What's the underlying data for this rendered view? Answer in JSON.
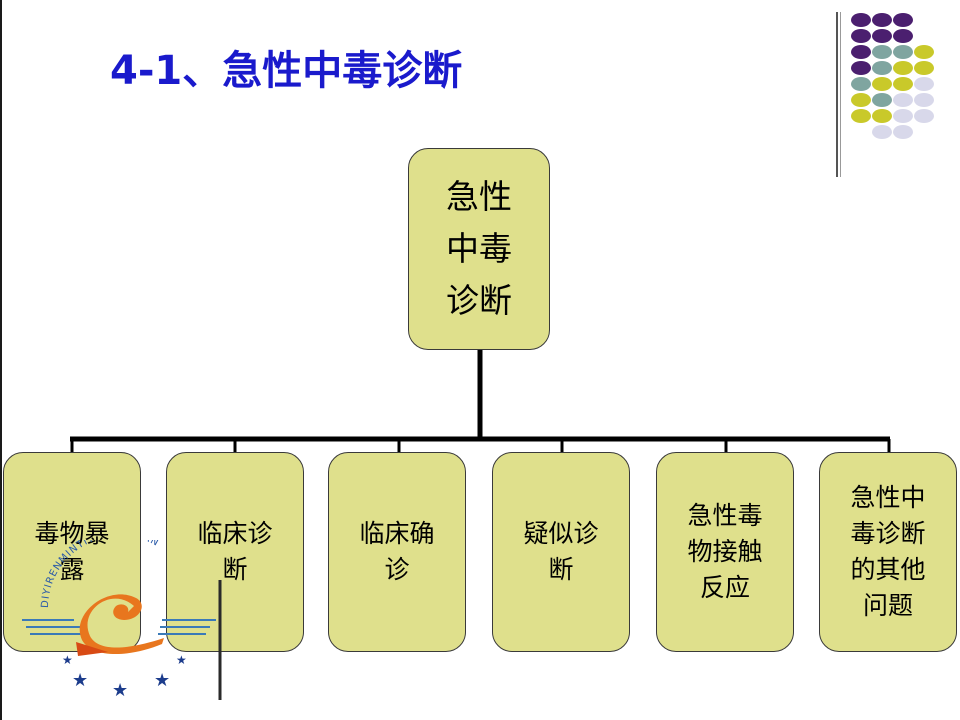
{
  "title": "4-1、急性中毒诊断",
  "colors": {
    "title": "#1a1acc",
    "node_fill": "#dfe08c",
    "node_border": "#3a3a3a",
    "dot_purple": "#4b1f6f",
    "dot_teal": "#7fa5a0",
    "dot_olive": "#c9c92a",
    "dot_lavender": "#d8d8ea"
  },
  "root": {
    "label": "急性\n中毒\n诊断"
  },
  "children": [
    {
      "label": "毒物暴\n露"
    },
    {
      "label": "临床诊\n断"
    },
    {
      "label": "临床确\n诊"
    },
    {
      "label": "疑似诊\n断"
    },
    {
      "label": "急性毒\n物接触\n反应"
    },
    {
      "label": "急性中\n毒诊断\n的其他\n问题"
    }
  ],
  "logo": {
    "text": "DIYIRENMINTIYUANJITUAN",
    "icon": "institution-logo"
  }
}
